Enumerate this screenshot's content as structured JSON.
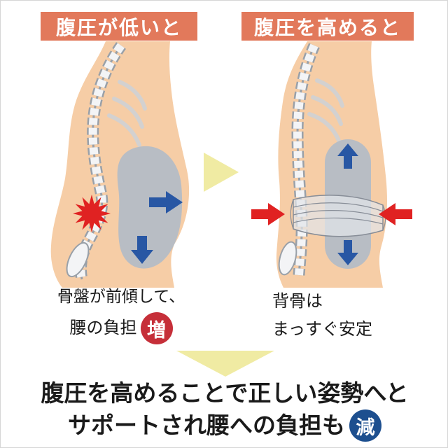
{
  "colors": {
    "header_bg": "#e2795b",
    "header_text": "#ffffff",
    "skin": "#f6cda6",
    "cavity_gray": "#b8bdc4",
    "arrow_blue": "#2857a4",
    "arrow_red": "#e02222",
    "arrow_yellow": "#f0eba3",
    "badge_increase_bg": "#c62f39",
    "badge_decrease_bg": "#1d4f8f",
    "text": "#1a1a1a"
  },
  "left_panel": {
    "header": "腹圧が低いと",
    "caption_line1": "骨盤が前傾して、",
    "caption_line2": "腰の負担",
    "badge": "増"
  },
  "right_panel": {
    "header": "腹圧を高めると",
    "caption_line1": "背骨は",
    "caption_line2": "まっすぐ安定"
  },
  "conclusion": {
    "line1": "腹圧を高めることで正しい姿勢へと",
    "line2": "サポートされ腰への負担も",
    "badge": "減"
  },
  "icons": {
    "transition_arrow": "yellow-right-triangle",
    "conclusion_arrow": "yellow-down-triangle",
    "pain_marker": "red-starburst",
    "left_figure_arrows": [
      "blue-arrow-right",
      "blue-arrow-down"
    ],
    "right_figure_arrows": [
      "blue-arrow-up",
      "blue-arrow-down",
      "red-arrow-inward-left",
      "red-arrow-inward-right"
    ]
  }
}
